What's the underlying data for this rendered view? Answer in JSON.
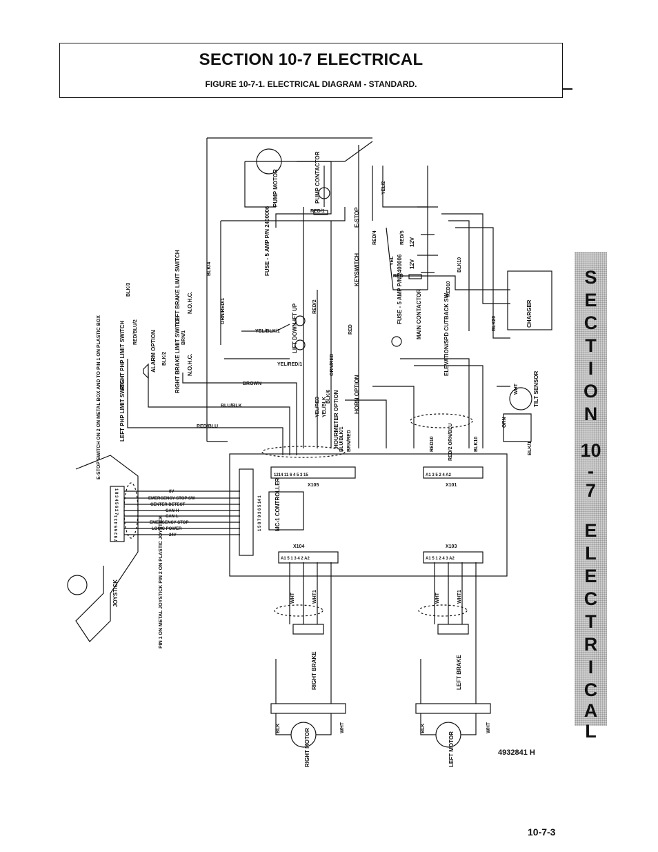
{
  "header": {
    "title": "SECTION 10-7 ELECTRICAL",
    "caption": "FIGURE 10-7-1. ELECTRICAL DIAGRAM - STANDARD."
  },
  "side_tab": {
    "letters": [
      "S",
      "E",
      "C",
      "T",
      "I",
      "O",
      "N",
      "10",
      "-",
      "7",
      "E",
      "L",
      "E",
      "C",
      "T",
      "R",
      "I",
      "C",
      "A",
      "L"
    ]
  },
  "diagram": {
    "pump_motor": "PUMP MOTOR",
    "pump_contactor": "PUMP CONTACTOR",
    "fuse_pump": "FUSE - 5 AMP P/N 2400006",
    "fuse_main": "FUSE - 5 AMP P/N 2400006",
    "main_contactor": "MAIN CONTACTOR",
    "estop": "E-STOP",
    "keyswitch": "KEYSWITCH",
    "right_php": "RIGHT PHP LIMIT SWITCH",
    "left_php": "LEFT PHP LIMIT SWITCH",
    "left_brake": "LEFT BRAKE LIMIT SWITCH",
    "right_brake_limit": "RIGHT BRAKE LIMIT SWITCH",
    "nohc": "N.O.H.C.",
    "alarm_option": "ALARM OPTION",
    "lift_up": "LIFT UP",
    "lift_down": "LIFT DOWN",
    "hourmeter_option": "HOURMETER OPTION",
    "horn_option": "HORN OPTION",
    "elevation_cutback": "ELEVATION/SPD CUTBACK SW",
    "charger": "CHARGER",
    "tilt_sensor": "TILT SENSOR",
    "battery_12v": "12V",
    "controller": "MC-1 CONTROLLER",
    "joystick": "JOYSTICK",
    "estop_note": "E-STOP SWITCH ON 2 ON METAL BOX AND TO PIN 1 ON PLASTIC BOX",
    "pin_note": "PIN 1 ON METAL JOYSTICK PIN 2 ON PLASTIC JOYSTICK",
    "right_brake": "RIGHT BRAKE",
    "left_brake_coil": "LEFT BRAKE",
    "right_motor": "RIGHT MOTOR",
    "left_motor": "LEFT MOTOR",
    "connectors": {
      "x105": "X105",
      "x101": "X101",
      "x104": "X104",
      "x103": "X103"
    },
    "x105_pins": "1214   11     6 4 5    3 15",
    "x101_pins": "A1  3 5     2 4   A2",
    "x104_pins": "A1  5 1     3 4 2   A2",
    "x103_pins": "A1  5 1     2 4 3   A2",
    "joystick_wires": [
      "8V",
      "EMERGENCY STOP SW",
      "CENTER DETECT",
      "CAN-H",
      "CAN-L",
      "EMERGENCY STOP",
      "LOGIC POWER",
      "24V"
    ],
    "joystick_pins_top": "1 8 3 4 5 6 2 7",
    "joystick_pins_bottom": "7 9 2 6 5 4 3 1",
    "controller_pins": "1 5 8 7 9 3 6 5 14 1",
    "wire_labels": {
      "brown": "BROWN",
      "blu_blk": "BLU/BLK",
      "red_blu": "RED/BLU",
      "yel_blk1": "YEL/BLK/1",
      "yel_red1": "YEL/RED/1",
      "orn_red1": "ORN/RED/1",
      "blk4": "BLK/4",
      "red1": "RED/1",
      "red2": "RED/2",
      "yel2": "YEL/2",
      "red4": "RED/4",
      "red5": "RED/5",
      "yel": "YEL",
      "red": "RED",
      "red10": "RED10",
      "blk10": "BLK10",
      "blk20": "BLK20",
      "orn_red": "ORN/RED",
      "yel_red": "YEL/RED",
      "yel_blk": "YEL/BLK",
      "blu_blk1": "BLU/BLK/1",
      "brn_red": "BRN/RED",
      "blk3": "BLK/3",
      "red_blu2": "RED/BLU/2",
      "blk2": "BLK/2",
      "brn1": "BRN/1",
      "blk6": "BLK/6",
      "blk1": "BLK/1",
      "grn": "GRN",
      "wht": "WHT",
      "wht1": "WHT1",
      "red2_orn_blu": "RED/2 ORN/BLU",
      "blk": "BLK"
    }
  },
  "part_number": "4932841 H",
  "page_number": "10-7-3"
}
